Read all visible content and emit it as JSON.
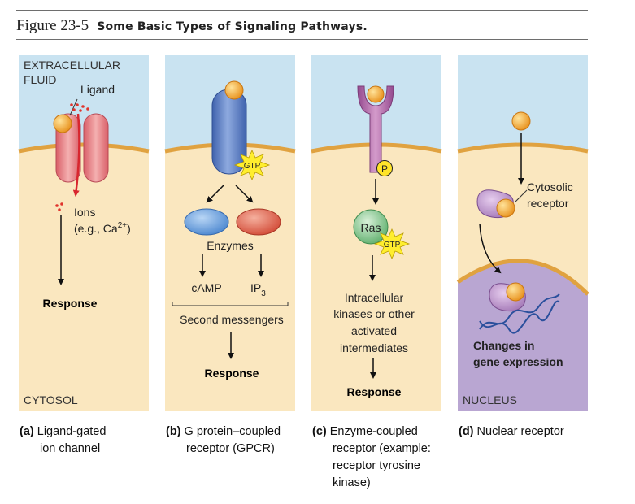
{
  "figure": {
    "number": "Figure 23-5",
    "title": "Some Basic Types of Signaling Pathways."
  },
  "colors": {
    "extracellular": "#c9e3f1",
    "cytosol": "#fae7bf",
    "membrane": "#e0a240",
    "nucleus": "#b9a6d2",
    "ligand": "#f0a531",
    "channel": "#e7858a",
    "gpcr": "#5a7fc3",
    "rtk": "#b167a8",
    "ras": "#7fc08a",
    "gtp_burst": "#ffee2e",
    "phosphate": "#ffe42a",
    "cytosolic_receptor": "#b78bc6",
    "dna": "#2a4f9c",
    "arrow": "#111111"
  },
  "panel_a": {
    "region_top": "EXTRACELLULAR FLUID",
    "ligand_label": "Ligand",
    "ions_label": "Ions",
    "ions_example": "(e.g., Ca",
    "ions_charge": "2+",
    "ions_close": ")",
    "response": "Response",
    "region_bottom": "CYTOSOL",
    "caption_letter": "(a)",
    "caption_line1": "Ligand-gated",
    "caption_line2": "ion channel"
  },
  "panel_b": {
    "gtp": "GTP",
    "enzymes": "Enzymes",
    "camp": "cAMP",
    "ip3_base": "IP",
    "ip3_sub": "3",
    "second_messengers": "Second messengers",
    "response": "Response",
    "caption_letter": "(b)",
    "caption_line1": "G protein–coupled",
    "caption_line2": "receptor (GPCR)"
  },
  "panel_c": {
    "phosphate": "P",
    "ras": "Ras",
    "gtp": "GTP",
    "intermediates_lines": [
      "Intracellular",
      "kinases or other",
      "activated",
      "intermediates"
    ],
    "response": "Response",
    "caption_letter": "(c)",
    "caption_line1": "Enzyme-coupled",
    "caption_line2": "receptor (example:",
    "caption_line3": "receptor tyrosine",
    "caption_line4": "kinase)"
  },
  "panel_d": {
    "cytosolic_receptor_line1": "Cytosolic",
    "cytosolic_receptor_line2": "receptor",
    "changes_line1": "Changes in",
    "changes_line2": "gene expression",
    "region_bottom": "NUCLEUS",
    "caption_letter": "(d)",
    "caption_line1": "Nuclear receptor"
  }
}
